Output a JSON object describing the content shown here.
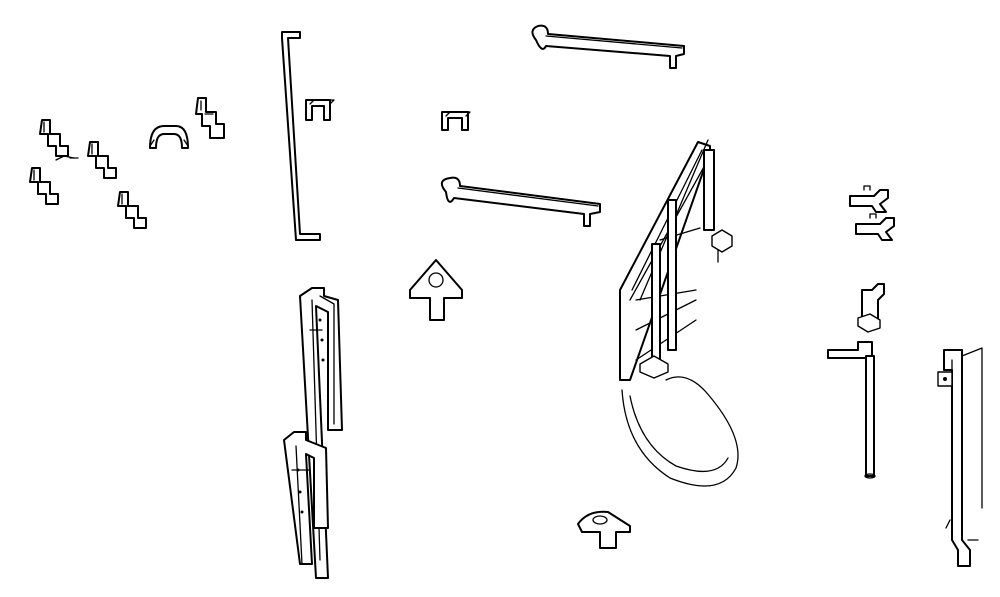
{
  "figure": {
    "kind": "exploded-parts-line-drawing",
    "line_color": "#000000",
    "background": "#ffffff",
    "parts": [
      {
        "id": "hook-clips-cluster",
        "icon": "z-clip-icon"
      },
      {
        "id": "u-clip-small-left",
        "icon": "u-clip-icon"
      },
      {
        "id": "z-clip-single",
        "icon": "z-clip-icon"
      },
      {
        "id": "long-rod-vertical",
        "icon": "rod-icon"
      },
      {
        "id": "u-clip-center-left",
        "icon": "u-clip-icon"
      },
      {
        "id": "u-clip-center",
        "icon": "u-clip-icon"
      },
      {
        "id": "hooked-bar-top",
        "icon": "hooked-bar-icon"
      },
      {
        "id": "hooked-bar-middle",
        "icon": "hooked-bar-icon"
      },
      {
        "id": "tab-bracket-upper",
        "icon": "tab-bracket-icon"
      },
      {
        "id": "tab-bracket-lower",
        "icon": "tab-bracket-icon"
      },
      {
        "id": "hinge-brackets-left",
        "icon": "hinge-bracket-icon"
      },
      {
        "id": "frame-panel-with-sling",
        "icon": "panel-icon"
      },
      {
        "id": "small-valves-pair",
        "icon": "valve-icon"
      },
      {
        "id": "valve-post-assembly",
        "icon": "post-icon"
      },
      {
        "id": "right-edge-post",
        "icon": "post-icon"
      }
    ]
  }
}
